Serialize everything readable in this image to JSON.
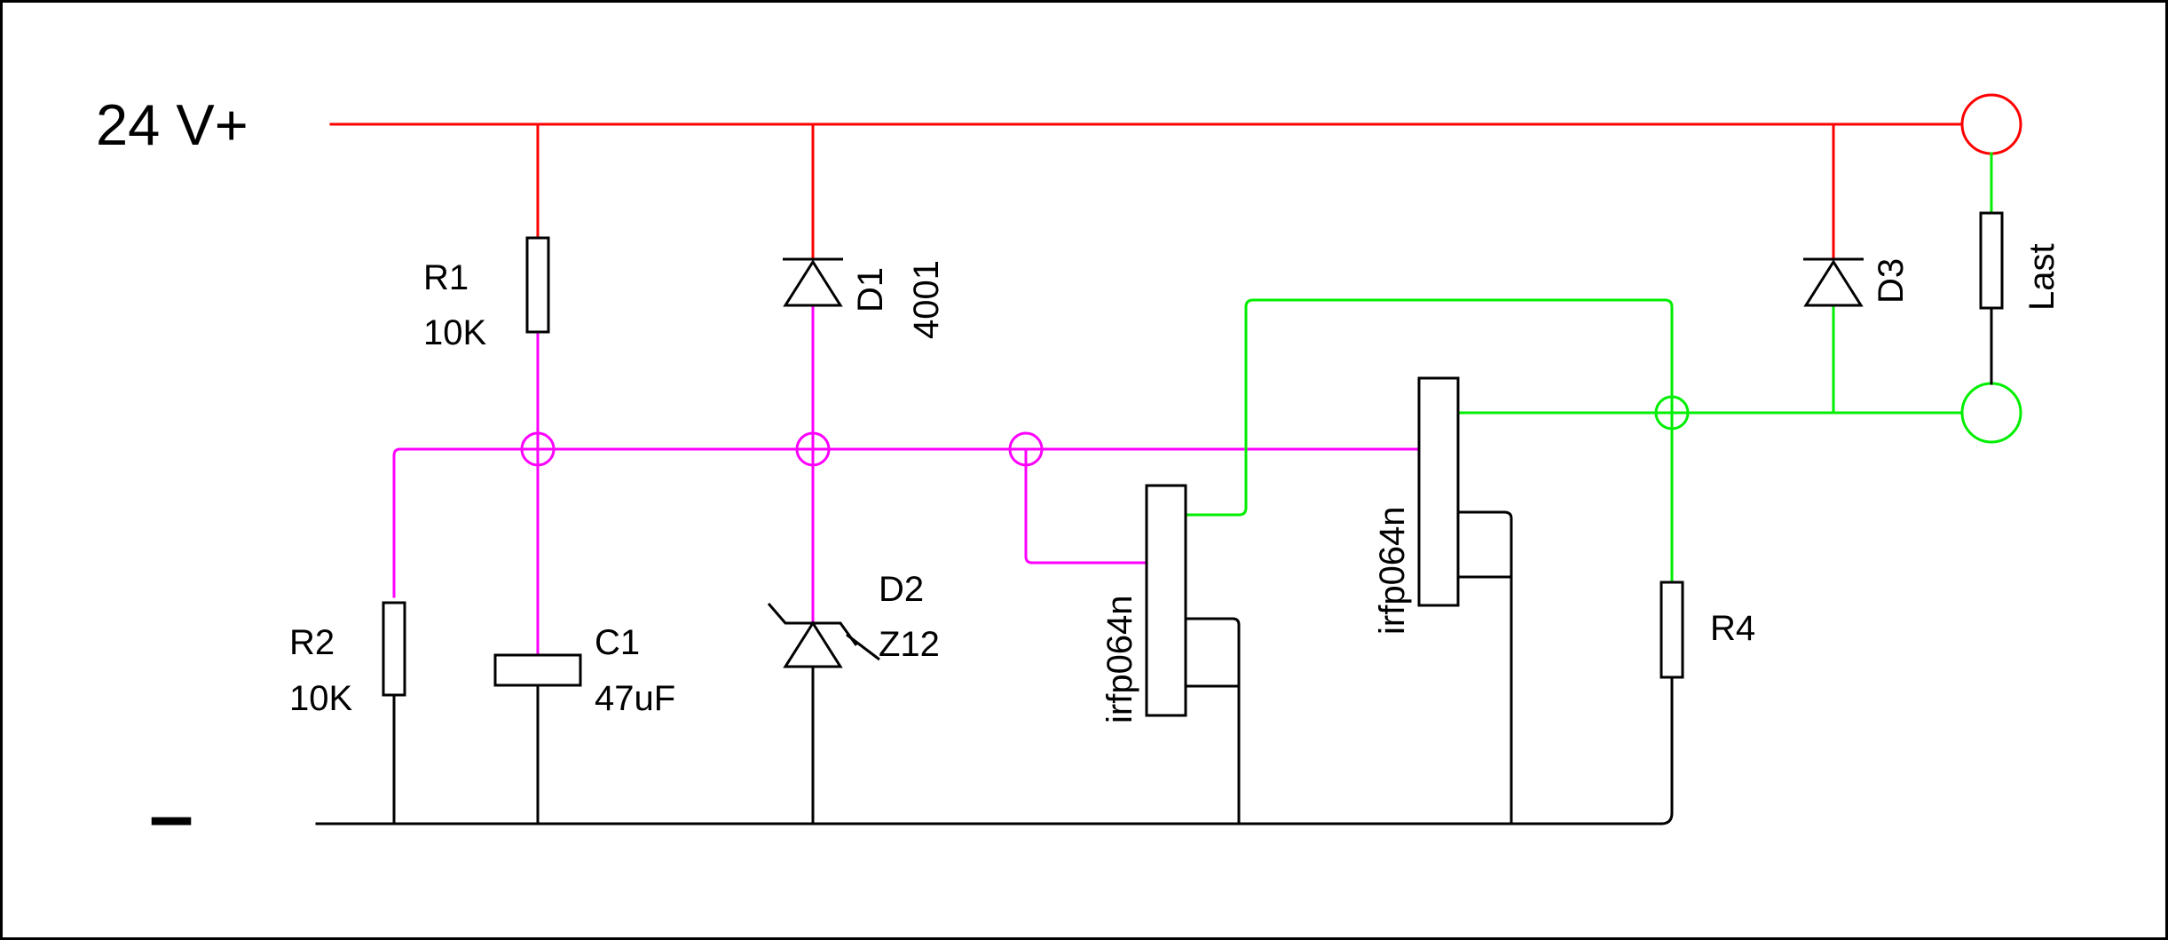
{
  "colors": {
    "supply": "#ff0000",
    "gate": "#ff00ff",
    "switched": "#00ee00",
    "ground": "#000000",
    "background": "#ffffff"
  },
  "rails": {
    "positive_label": "24 V+",
    "negative_label": "–"
  },
  "components": {
    "r1": {
      "name": "R1",
      "value": "10K"
    },
    "r2": {
      "name": "R2",
      "value": "10K"
    },
    "c1": {
      "name": "C1",
      "value": "47uF"
    },
    "d1": {
      "name": "D1",
      "value": "4001"
    },
    "d2": {
      "name": "D2",
      "value": "Z12"
    },
    "d3": {
      "name": "D3"
    },
    "q1": {
      "name": "irfp064n"
    },
    "q2": {
      "name": "irfp064n"
    },
    "r4": {
      "name": "R4"
    },
    "load": {
      "name": "Last"
    }
  }
}
